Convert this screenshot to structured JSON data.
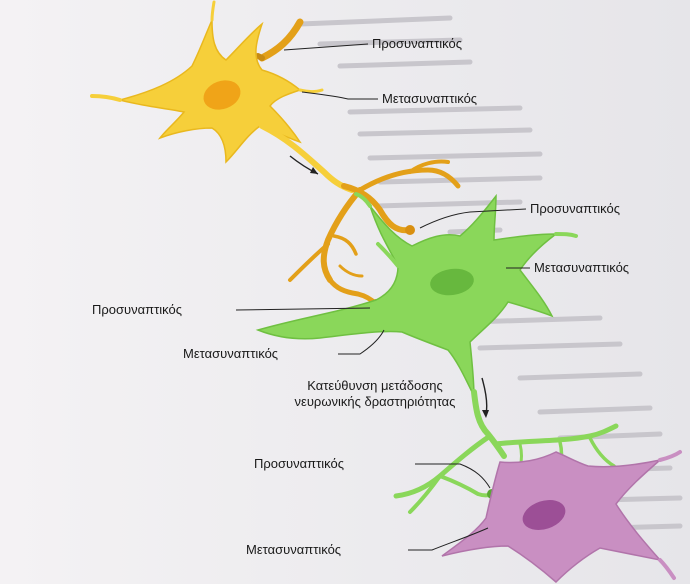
{
  "labels": {
    "yellow_pre": "Προσυναπτικός",
    "yellow_post": "Μετασυναπτικός",
    "green_pre_top": "Προσυναπτικός",
    "green_post_right": "Μετασυναπτικός",
    "left_pre": "Προσυναπτικός",
    "left_post": "Μετασυναπτικός",
    "direction_line1": "Κατεύθυνση μετάδοσης",
    "direction_line2": "νευρωνικής δραστηριότητας",
    "purple_pre": "Προσυναπτικός",
    "purple_post": "Μετασυναπτικός"
  },
  "colors": {
    "yellow_neuron": "#f6cf3a",
    "yellow_nucleus": "#f0a418",
    "axon_orange": "#e3a019",
    "green_neuron": "#8ad75a",
    "green_nucleus": "#67b83e",
    "purple_neuron": "#c98fc2",
    "purple_nucleus": "#9c4f96"
  }
}
